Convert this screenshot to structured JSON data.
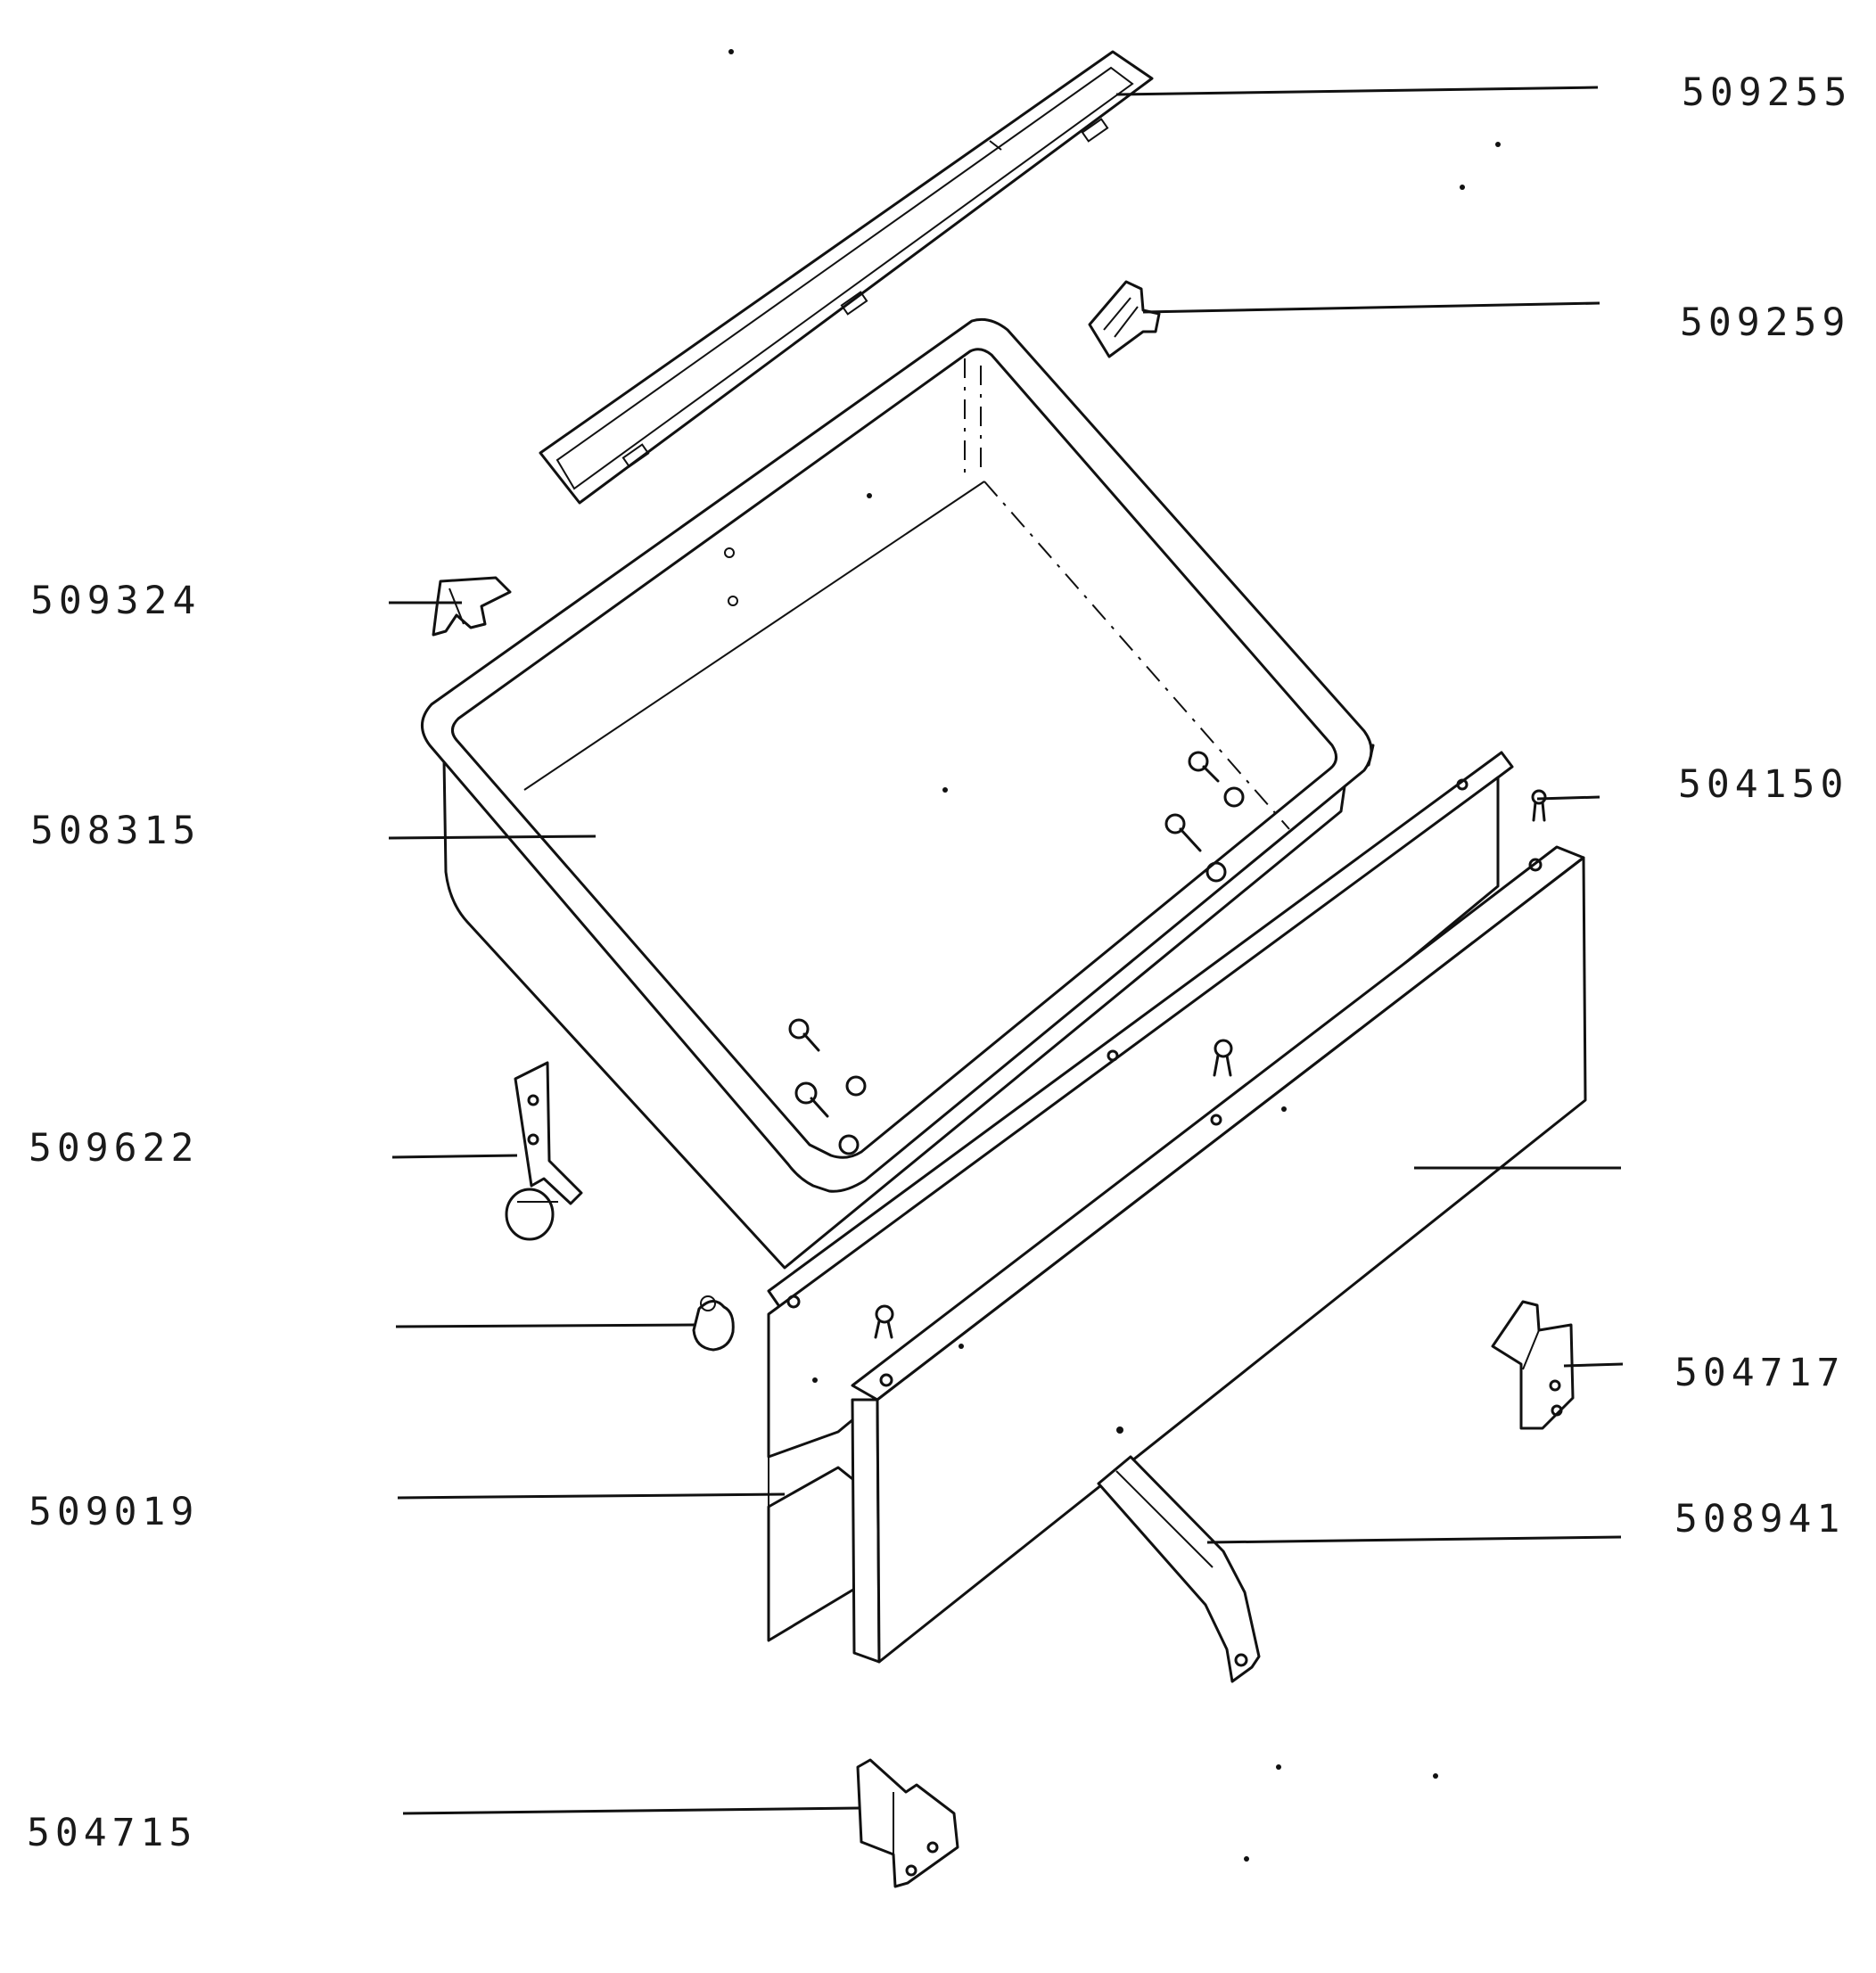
{
  "diagram": {
    "part_numbers": {
      "p509255": "509255",
      "p509259": "509259",
      "p509324": "509324",
      "p508315": "508315",
      "p504150": "504150",
      "p509622": "509622",
      "p504717": "504717",
      "p509019": "509019",
      "p508941": "508941",
      "p504715": "504715"
    }
  }
}
